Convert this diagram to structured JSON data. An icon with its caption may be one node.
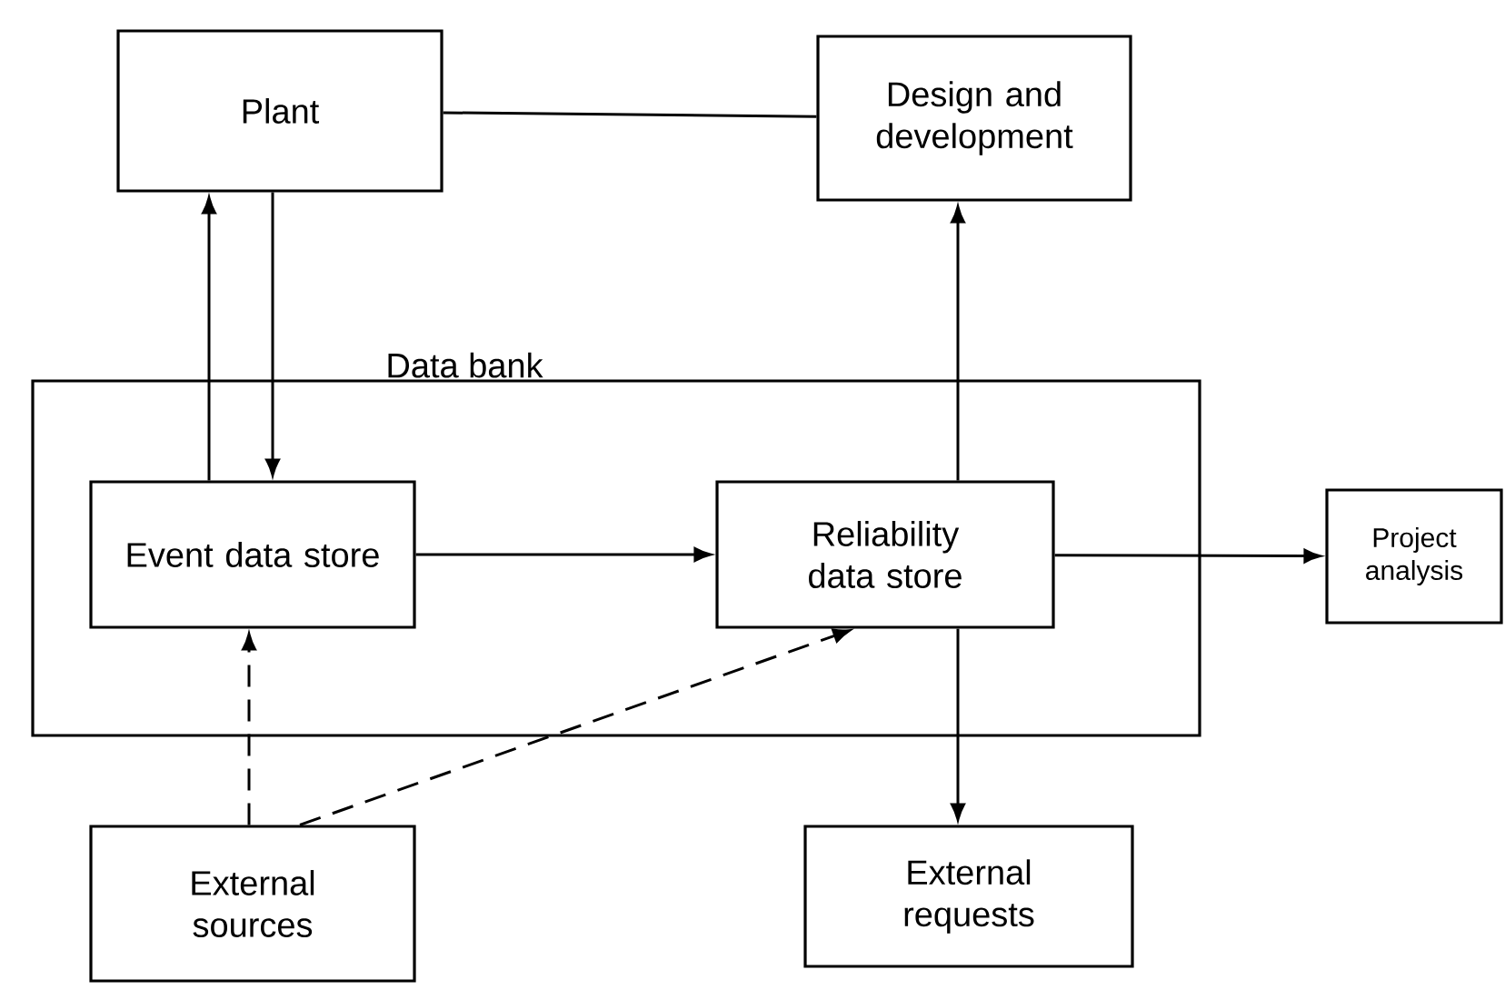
{
  "diagram": {
    "nodes": [
      {
        "text": [
          "Plant"
        ]
      },
      {
        "text": [
          "Design and development"
        ]
      },
      {
        "text": [
          "Data bank"
        ]
      },
      {
        "text": [
          "Event data store"
        ],
        "in": 2
      },
      {
        "text": [
          "Reliability data store"
        ],
        "in": 2
      },
      {
        "text": [
          "Project analysis"
        ]
      },
      {
        "text": [
          "External sources"
        ]
      },
      {
        "text": [
          "External requests"
        ]
      }
    ],
    "edges": [
      {
        "from": 0,
        "to": 1,
        "arrow": "none"
      },
      {
        "from": 3,
        "to": 0,
        "arrow": "to"
      },
      {
        "from": 0,
        "to": 3,
        "arrow": "to"
      },
      {
        "from": 4,
        "to": 1,
        "arrow": "to"
      },
      {
        "from": 3,
        "to": 4,
        "arrow": "to"
      },
      {
        "from": 4,
        "to": 5,
        "arrow": "to"
      },
      {
        "from": 6,
        "to": 3,
        "arrow": "to",
        "style": "dashed"
      },
      {
        "from": 6,
        "to": 4,
        "arrow": "to",
        "style": "dashed"
      },
      {
        "from": 4,
        "to": 7,
        "arrow": "to"
      }
    ]
  }
}
